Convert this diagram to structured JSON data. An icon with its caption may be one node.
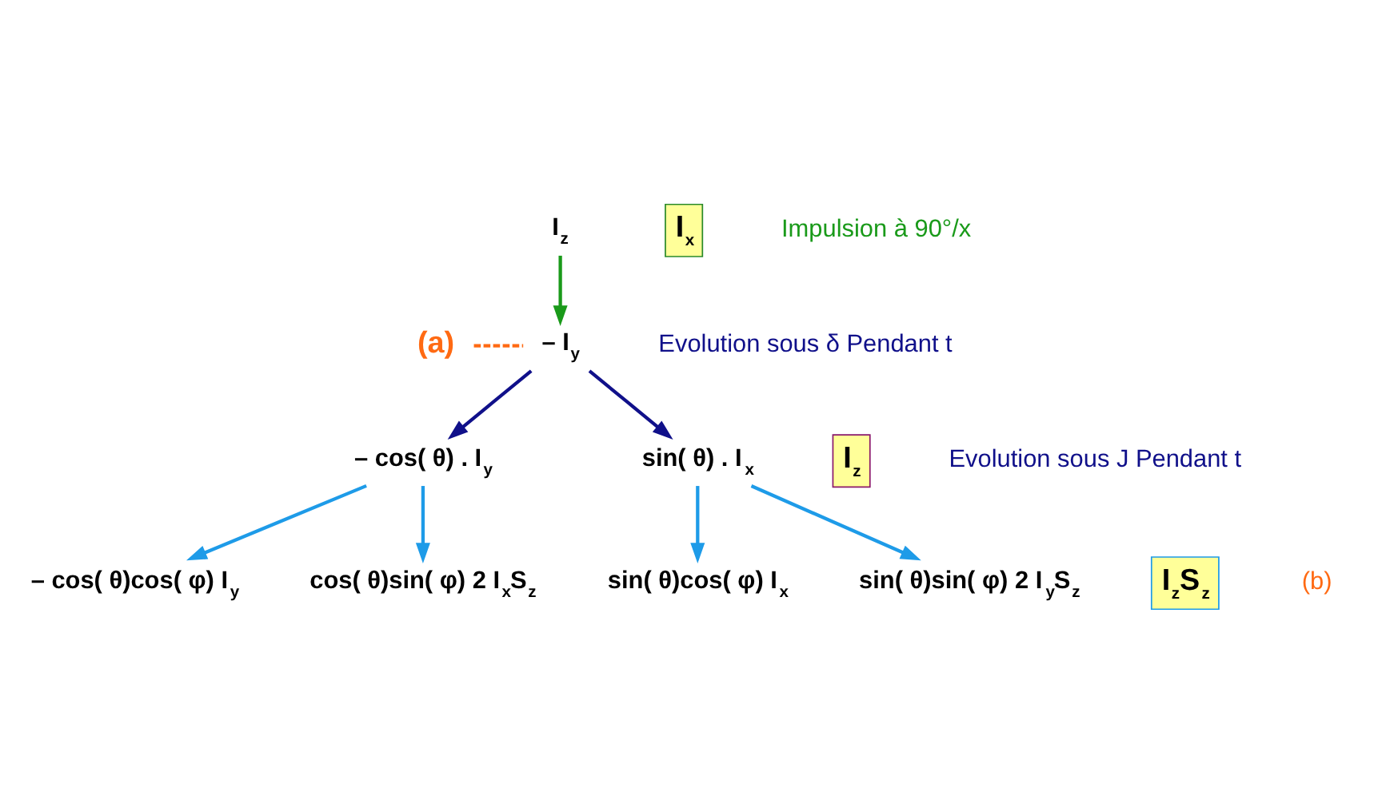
{
  "diagram": {
    "nodes": [
      {
        "text": [
          "I$_{z}$"
        ]
      },
      {
        "text": [
          "– I$_{y}$"
        ]
      },
      {
        "text": [
          "– cos( θ) . I$_{y}$"
        ]
      },
      {
        "text": [
          "sin( θ) . I$_{x}$"
        ]
      },
      {
        "text": [
          "– cos( θ)cos( φ) I$_{y}$"
        ]
      },
      {
        "text": [
          "cos( θ)sin( φ) 2 I$_{x}$S$_{z}$"
        ]
      },
      {
        "text": [
          "sin( θ)cos( φ) I$_{x}$"
        ]
      },
      {
        "text": [
          "sin( θ)sin( φ) 2 I$_{y}$S$_{z}$"
        ]
      },
      {
        "text": [
          "(a)"
        ]
      },
      {
        "text": [
          "I$_{z}$"
        ]
      },
      {
        "text": [
          "I$_{z}$S$_{z}$"
        ]
      },
      {
        "text": [
          "I$_{x}$"
        ]
      }
    ],
    "edges": [
      {
        "from": 0,
        "to": 1,
        "arrow": "to",
        "color": "#1a9a1a"
      },
      {
        "from": 1,
        "to": 2,
        "arrow": "to",
        "color": "#10108a"
      },
      {
        "from": 1,
        "to": 3,
        "arrow": "to",
        "color": "#10108a"
      },
      {
        "from": 2,
        "to": 4,
        "arrow": "to"
      },
      {
        "from": 2,
        "to": 5,
        "arrow": "to"
      },
      {
        "from": 3,
        "to": 6,
        "arrow": "to"
      },
      {
        "from": 3,
        "to": 7,
        "arrow": "to"
      },
      {
        "from": 8,
        "to": 1,
        "arrow": "none",
        "style": "dashed",
        "color": "#ff6a13"
      }
    ],
    "labels": [
      "Impulsion à 90°/x",
      "Evolution sous δ Pendant t",
      "Evolution sous J Pendant t",
      "(b)"
    ]
  }
}
